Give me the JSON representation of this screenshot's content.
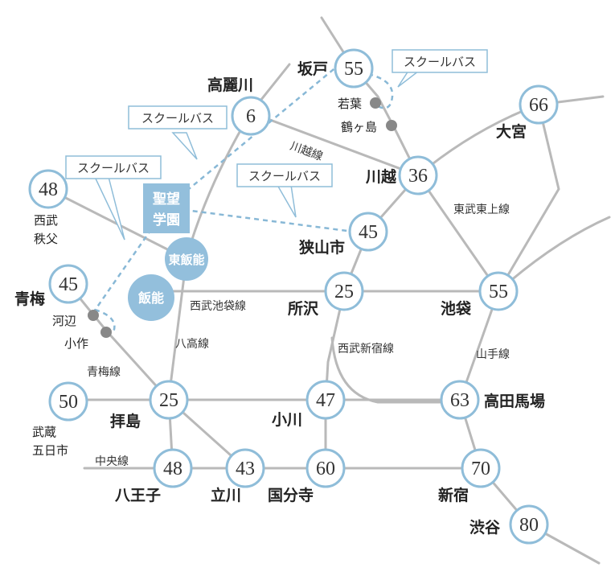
{
  "colors": {
    "rail": "#b9b9b9",
    "accent": "#8fbdd9",
    "school": "#93bfdc"
  },
  "school": {
    "label": "聖望学園",
    "line1": "聖望",
    "line2": "学園"
  },
  "hubs": {
    "higashi_hanno": "東飯能",
    "hanno": "飯能"
  },
  "nodes": [
    {
      "id": "sakado",
      "value": "55"
    },
    {
      "id": "komagawa",
      "value": "6"
    },
    {
      "id": "kawagoe",
      "value": "36"
    },
    {
      "id": "omiya",
      "value": "66"
    },
    {
      "id": "seibu_chichibu",
      "value": "48"
    },
    {
      "id": "sayamashi",
      "value": "45"
    },
    {
      "id": "ome",
      "value": "45"
    },
    {
      "id": "tokorozawa",
      "value": "25"
    },
    {
      "id": "ikebukuro",
      "value": "55"
    },
    {
      "id": "musashi_itsukaichi",
      "value": "50"
    },
    {
      "id": "haijima",
      "value": "25"
    },
    {
      "id": "kogawa",
      "value": "47"
    },
    {
      "id": "takadanobaba",
      "value": "63"
    },
    {
      "id": "hachioji",
      "value": "48"
    },
    {
      "id": "tachikawa",
      "value": "43"
    },
    {
      "id": "kokubunji",
      "value": "60"
    },
    {
      "id": "shinjuku",
      "value": "70"
    },
    {
      "id": "shibuya",
      "value": "80"
    }
  ],
  "stations": {
    "sakado": "坂戸",
    "komagawa": "高麗川",
    "wakaba": "若葉",
    "tsurugashima": "鶴ヶ島",
    "kawagoe": "川越",
    "omiya": "大宮",
    "seibu": "西武",
    "chichibu": "秩父",
    "sayamashi": "狭山市",
    "ome": "青梅",
    "kabe": "河辺",
    "ozaku": "小作",
    "tokorozawa": "所沢",
    "ikebukuro": "池袋",
    "musashi": "武蔵",
    "itsukaichi": "五日市",
    "haijima": "拝島",
    "kogawa": "小川",
    "takadanobaba": "高田馬場",
    "hachioji": "八王子",
    "tachikawa": "立川",
    "kokubunji": "国分寺",
    "shinjuku": "新宿",
    "shibuya": "渋谷"
  },
  "lines": {
    "kawagoe": "川越線",
    "tobu_tojo": "東武東上線",
    "seibu_ikebukuro": "西武池袋線",
    "hachiko": "八高線",
    "seibu_shinjuku": "西武新宿線",
    "yamanote": "山手線",
    "ome": "青梅線",
    "chuo": "中央線"
  },
  "bubbles": [
    {
      "id": "bus1",
      "label": "スクールバス"
    },
    {
      "id": "bus2",
      "label": "スクールバス"
    },
    {
      "id": "bus3",
      "label": "スクールバス"
    },
    {
      "id": "bus4",
      "label": "スクールバス"
    }
  ]
}
